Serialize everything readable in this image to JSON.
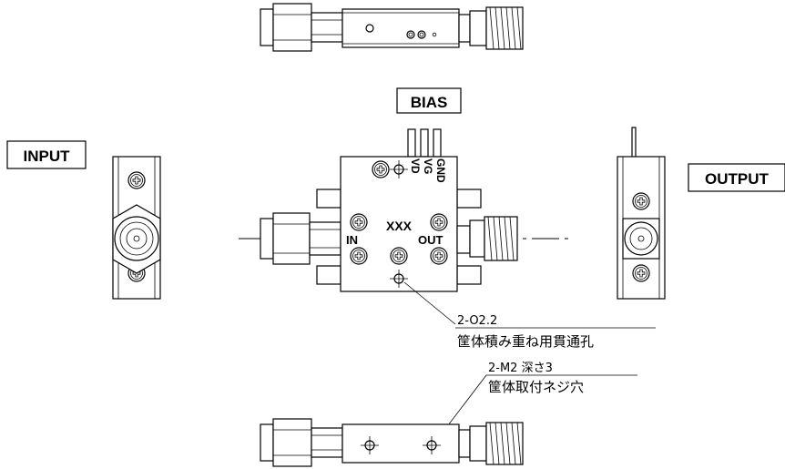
{
  "labels": {
    "bias": "BIAS",
    "input": "INPUT",
    "output": "OUTPUT",
    "model": "XXX",
    "port_in": "IN",
    "port_out": "OUT",
    "pin_gnd": "GND",
    "pin_vg": "VG",
    "pin_vd": "VD"
  },
  "callouts": {
    "through_hole_spec": "2-O2.2",
    "through_hole_desc": "筐体積み重ね用貫通孔",
    "tap_hole_spec": "2-M2 深さ3",
    "tap_hole_desc": "筐体取付ネジ穴"
  },
  "icons": [
    "sma-connector-icon",
    "phillips-screw-icon",
    "hole-icon",
    "bias-pin-icon"
  ],
  "colors": {
    "line": "#000000",
    "background": "#ffffff"
  }
}
